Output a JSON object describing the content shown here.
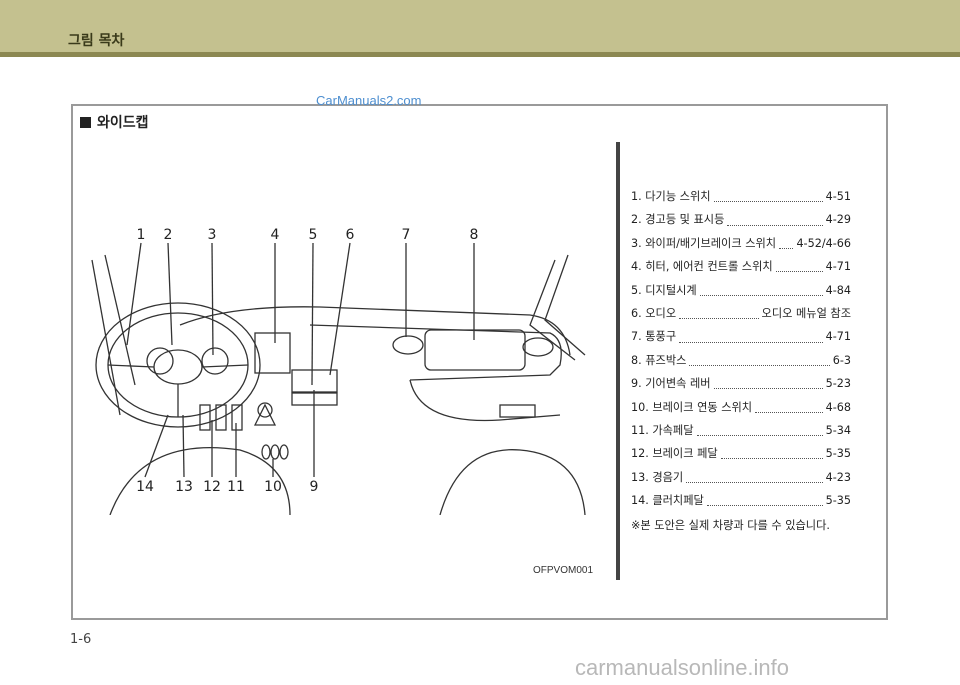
{
  "header": {
    "title": "그림 목차"
  },
  "section": {
    "title": "와이드캡"
  },
  "watermark_top": "CarManuals2.com",
  "figure": {
    "code": "OFPVOM001",
    "top_callouts": [
      "1",
      "2",
      "3",
      "4",
      "5",
      "6",
      "7",
      "8"
    ],
    "bottom_callouts": [
      "14",
      "13",
      "12",
      "11",
      "10",
      "9"
    ]
  },
  "legend": {
    "items": [
      {
        "label": "1. 다기능 스위치",
        "page": "4-51"
      },
      {
        "label": "2. 경고등 및 표시등",
        "page": "4-29"
      },
      {
        "label": "3. 와이퍼/배기브레이크 스위치",
        "page": "4-52/4-66"
      },
      {
        "label": "4. 히터, 에어컨 컨트롤 스위치",
        "page": "4-71"
      },
      {
        "label": "5. 디지털시계",
        "page": "4-84"
      },
      {
        "label": "6. 오디오",
        "page": "오디오 메뉴얼 참조"
      },
      {
        "label": "7. 통풍구",
        "page": "4-71"
      },
      {
        "label": "8. 퓨즈박스",
        "page": "6-3"
      },
      {
        "label": "9. 기어변속 레버",
        "page": "5-23"
      },
      {
        "label": "10. 브레이크 연동 스위치",
        "page": "4-68"
      },
      {
        "label": "11. 가속페달",
        "page": "5-34"
      },
      {
        "label": "12. 브레이크 페달",
        "page": "5-35"
      },
      {
        "label": "13. 경음기",
        "page": "4-23"
      },
      {
        "label": "14. 클러치페달",
        "page": "5-35"
      }
    ],
    "note": "※본 도안은 실제 차량과 다를 수 있습니다."
  },
  "page_number": "1-6",
  "watermark_bottom": "carmanualsonline.info"
}
